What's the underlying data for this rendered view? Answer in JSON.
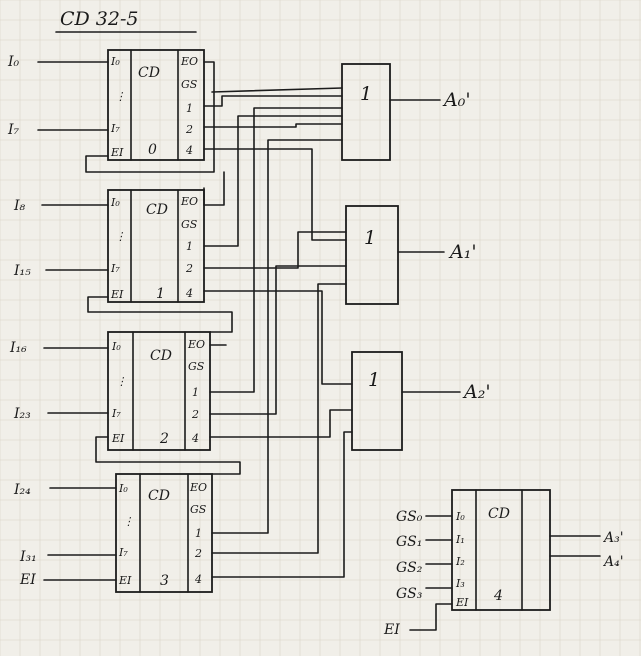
{
  "title": "CD 32-5",
  "coders": [
    {
      "header": "CD",
      "index": "0",
      "inputs": [
        "I₀",
        "I₇"
      ],
      "pins_in": [
        "I₀",
        "⋮",
        "I₇",
        "EI"
      ],
      "pins_out": [
        "EO",
        "GS",
        "1",
        "2",
        "4"
      ]
    },
    {
      "header": "CD",
      "index": "1",
      "inputs": [
        "I₈",
        "I₁₅"
      ],
      "pins_in": [
        "I₀",
        "⋮",
        "I₇",
        "EI"
      ],
      "pins_out": [
        "EO",
        "GS",
        "1",
        "2",
        "4"
      ]
    },
    {
      "header": "CD",
      "index": "2",
      "inputs": [
        "I₁₆",
        "I₂₃"
      ],
      "pins_in": [
        "I₀",
        "⋮",
        "I₇",
        "EI"
      ],
      "pins_out": [
        "EO",
        "GS",
        "1",
        "2",
        "4"
      ]
    },
    {
      "header": "CD",
      "index": "3",
      "inputs": [
        "I₂₄",
        "I₃₁",
        "EI"
      ],
      "pins_in": [
        "I₀",
        "⋮",
        "I₇",
        "EI"
      ],
      "pins_out": [
        "EO",
        "GS",
        "1",
        "2",
        "4"
      ]
    }
  ],
  "or_gates": [
    {
      "label": "1",
      "output": "A₀'"
    },
    {
      "label": "1",
      "output": "A₁'"
    },
    {
      "label": "1",
      "output": "A₂'"
    }
  ],
  "coder4": {
    "header": "CD",
    "index": "4",
    "inputs": [
      "GS₀",
      "GS₁",
      "GS₂",
      "GS₃",
      "EI"
    ],
    "pins_in": [
      "I₀",
      "I₁",
      "I₂",
      "I₃",
      "EI"
    ],
    "outputs": [
      "A₃'",
      "A₄'"
    ]
  },
  "colors": {
    "ink": "#1c1c1c",
    "paper": "#f1efe9",
    "grid": "#d9d4c8"
  }
}
